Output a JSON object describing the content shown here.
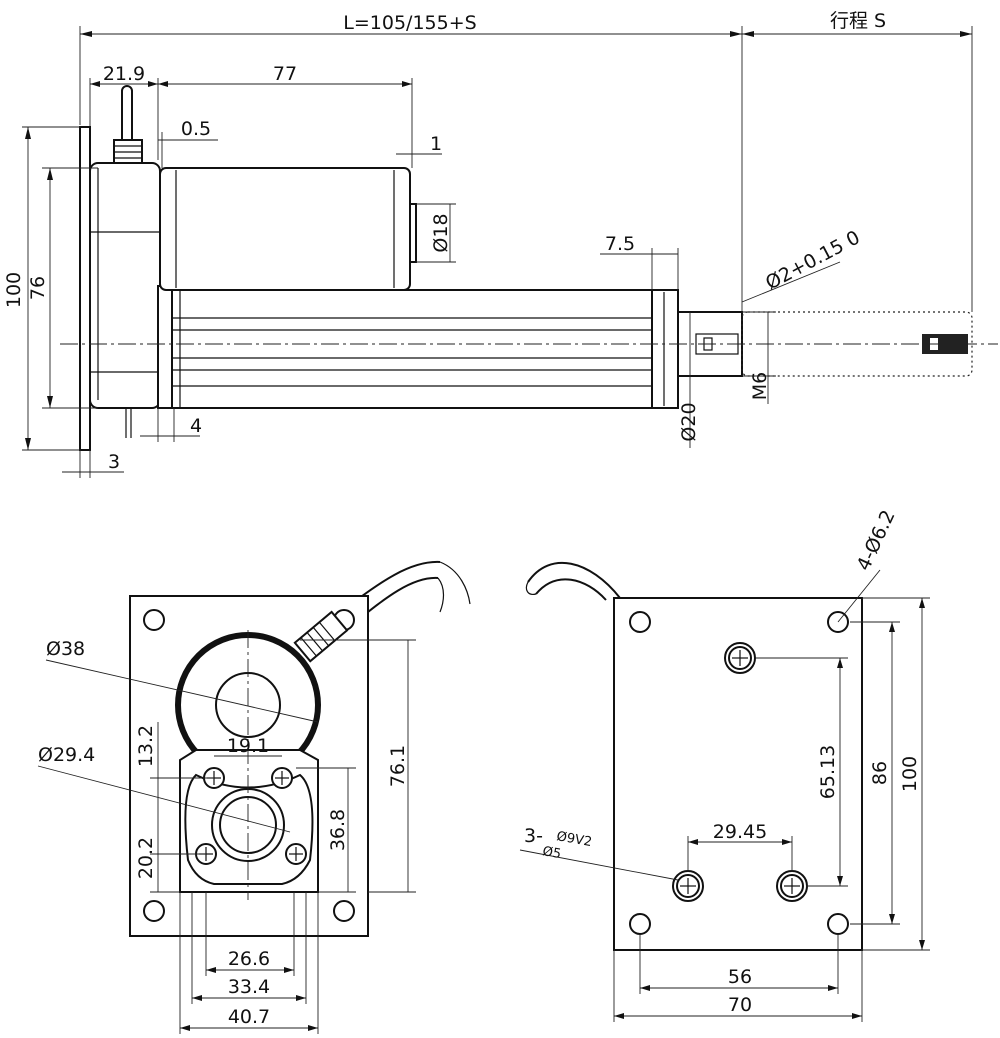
{
  "drawing": {
    "side_view": {
      "dim_total_length": "L=105/155+S",
      "dim_stroke": "行程 S",
      "dim_21_9": "21.9",
      "dim_77": "77",
      "dim_0_5": "0.5",
      "dim_1": "1",
      "dim_dia18": "Ø18",
      "dim_7_5": "7.5",
      "dim_dia2_tol": "Ø2+0.15 0",
      "dim_100": "100",
      "dim_76": "76",
      "dim_m6": "M6",
      "dim_dia20": "Ø20",
      "dim_4": "4",
      "dim_3": "3"
    },
    "end_view": {
      "dim_dia38": "Ø38",
      "dim_dia29_4": "Ø29.4",
      "dim_13_2": "13.2",
      "dim_19_1": "19.1",
      "dim_20_2": "20.2",
      "dim_36_8": "36.8",
      "dim_76_1": "76.1",
      "dim_26_6": "26.6",
      "dim_33_4": "33.4",
      "dim_40_7": "40.7"
    },
    "rear_view": {
      "dim_4_dia6_2": "4-Ø6.2",
      "dim_65_13": "65.13",
      "dim_86": "86",
      "dim_100": "100",
      "dim_29_45": "29.45",
      "dim_3_holes": "3-",
      "dim_hole_dia9v2": "Ø9V2",
      "dim_hole_dia5": "Ø5",
      "dim_56": "56",
      "dim_70": "70"
    }
  }
}
